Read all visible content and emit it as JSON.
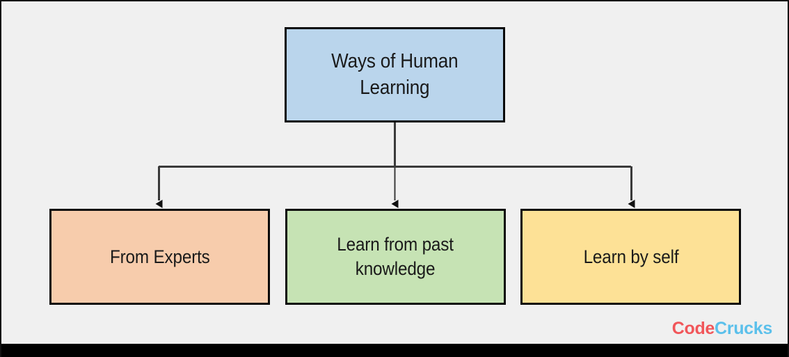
{
  "diagram": {
    "type": "hierarchy-tree",
    "background_color": "#f0f0f0",
    "border_color": "#111111",
    "connector_color": "#3a3a3a",
    "root": {
      "id": "root",
      "label": "Ways of Human\nLearning",
      "fill": "#bad5ec",
      "stroke": "#0a0a0a"
    },
    "children": [
      {
        "id": "experts",
        "label": "From Experts",
        "fill": "#f7ccac",
        "stroke": "#0a0a0a"
      },
      {
        "id": "past",
        "label": "Learn from past\nknowledge",
        "fill": "#c6e3b4",
        "stroke": "#0a0a0a"
      },
      {
        "id": "self",
        "label": "Learn by self",
        "fill": "#fde196",
        "stroke": "#0a0a0a"
      }
    ],
    "edges": [
      {
        "from": "root",
        "to": "experts",
        "arrow": "filled-triangle"
      },
      {
        "from": "root",
        "to": "past",
        "arrow": "filled-triangle"
      },
      {
        "from": "root",
        "to": "self",
        "arrow": "filled-triangle"
      }
    ]
  },
  "watermark": {
    "part_one": "Code",
    "part_two": "Crucks",
    "color_one": "#f1565a",
    "color_two": "#5bc0eb"
  }
}
